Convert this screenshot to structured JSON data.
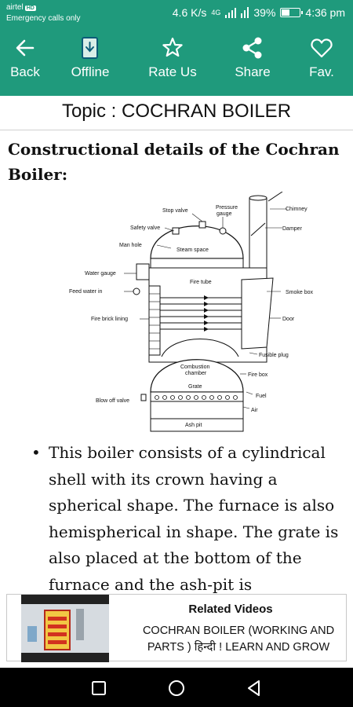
{
  "status": {
    "carrier": "airtel",
    "carrier_badge": "HD",
    "emergency": "Emergency calls only",
    "speed": "4.6 K/s",
    "network": "4G",
    "battery": "39%",
    "battery_level": 0.39,
    "time": "4:36 pm"
  },
  "toolbar": {
    "back": "Back",
    "offline": "Offline",
    "rate": "Rate Us",
    "share": "Share",
    "fav": "Fav."
  },
  "topic": "Topic : COCHRAN BOILER",
  "section_heading": "Constructional details of the Cochran Boiler:",
  "diagram": {
    "labels": {
      "stop_valve": "Stop valve",
      "pressure_gauge_1": "Pressure",
      "pressure_gauge_2": "gauge",
      "chimney": "Chimney",
      "safety_valve": "Safety valve",
      "damper": "Damper",
      "man_hole": "Man hole",
      "steam_space": "Steam space",
      "water_gauge": "Water gauge",
      "fire_tube": "Fire tube",
      "feed_water": "Feed water in",
      "smoke_box": "Smoke box",
      "fire_brick": "Fire brick lining",
      "door": "Door",
      "fusible_plug": "Fusible plug",
      "combustion_1": "Combustion",
      "combustion_2": "chamber",
      "fire_box": "Fire box",
      "grate": "Grate",
      "fuel": "Fuel",
      "blow_off": "Blow off valve",
      "air": "Air",
      "ash_pit": "Ash pit"
    }
  },
  "paragraph": {
    "bullet": "•",
    "text": "This boiler consists of a cylindrical shell with its crown having a spherical shape. The furnace is also hemispherical in shape. The grate is also placed at the bottom of the furnace and the ash-pit is"
  },
  "related": {
    "title": "Related Videos",
    "video_title": "COCHRAN BOILER (WORKING AND PARTS ) हिन्दी ! LEARN AND GROW"
  },
  "colors": {
    "primary": "#1f9a7c",
    "nav": "#000000"
  }
}
